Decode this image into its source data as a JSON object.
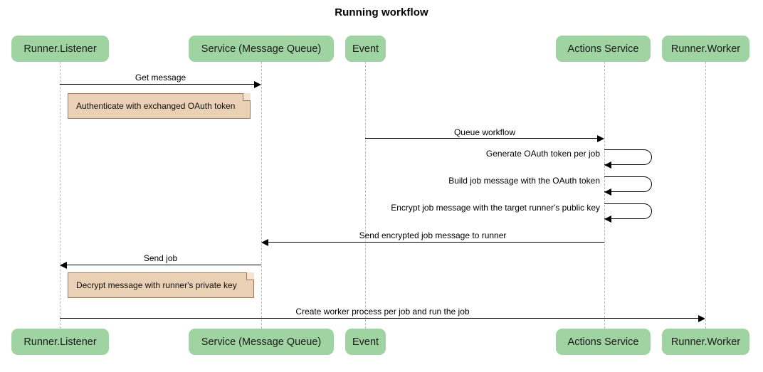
{
  "diagram": {
    "title": "Running workflow",
    "type": "sequence-diagram",
    "colors": {
      "participant_fill": "#9fd3a2",
      "note_fill": "#ead0b5",
      "note_border": "#9a7a55",
      "lifeline": "#b8b8b8",
      "arrow": "#000000",
      "background": "#ffffff"
    },
    "participants": [
      {
        "id": "runner-listener",
        "label": "Runner.Listener"
      },
      {
        "id": "service-mq",
        "label": "Service (Message Queue)"
      },
      {
        "id": "event",
        "label": "Event"
      },
      {
        "id": "actions-service",
        "label": "Actions Service"
      },
      {
        "id": "runner-worker",
        "label": "Runner.Worker"
      }
    ],
    "messages": [
      {
        "id": "m1",
        "label": "Get message",
        "from": "runner-listener",
        "to": "service-mq",
        "direction": "right",
        "kind": "call"
      },
      {
        "id": "m2",
        "label": "Queue workflow",
        "from": "event",
        "to": "actions-service",
        "direction": "right",
        "kind": "call"
      },
      {
        "id": "m3",
        "label": "Generate OAuth token per job",
        "from": "actions-service",
        "to": "actions-service",
        "direction": "self",
        "kind": "self-call"
      },
      {
        "id": "m4",
        "label": "Build job message with the OAuth token",
        "from": "actions-service",
        "to": "actions-service",
        "direction": "self",
        "kind": "self-call"
      },
      {
        "id": "m5",
        "label": "Encrypt job message with the target runner's public key",
        "from": "actions-service",
        "to": "actions-service",
        "direction": "self",
        "kind": "self-call"
      },
      {
        "id": "m6",
        "label": "Send encrypted job message to runner",
        "from": "actions-service",
        "to": "service-mq",
        "direction": "left",
        "kind": "call"
      },
      {
        "id": "m7",
        "label": "Send job",
        "from": "service-mq",
        "to": "runner-listener",
        "direction": "left",
        "kind": "call"
      },
      {
        "id": "m8",
        "label": "Create worker process per job and run the job",
        "from": "runner-listener",
        "to": "runner-worker",
        "direction": "right",
        "kind": "call"
      }
    ],
    "notes": [
      {
        "id": "n1",
        "label": "Authenticate with exchanged OAuth token",
        "over": "runner-listener"
      },
      {
        "id": "n2",
        "label": "Decrypt message with runner's private key",
        "over": "runner-listener"
      }
    ]
  }
}
